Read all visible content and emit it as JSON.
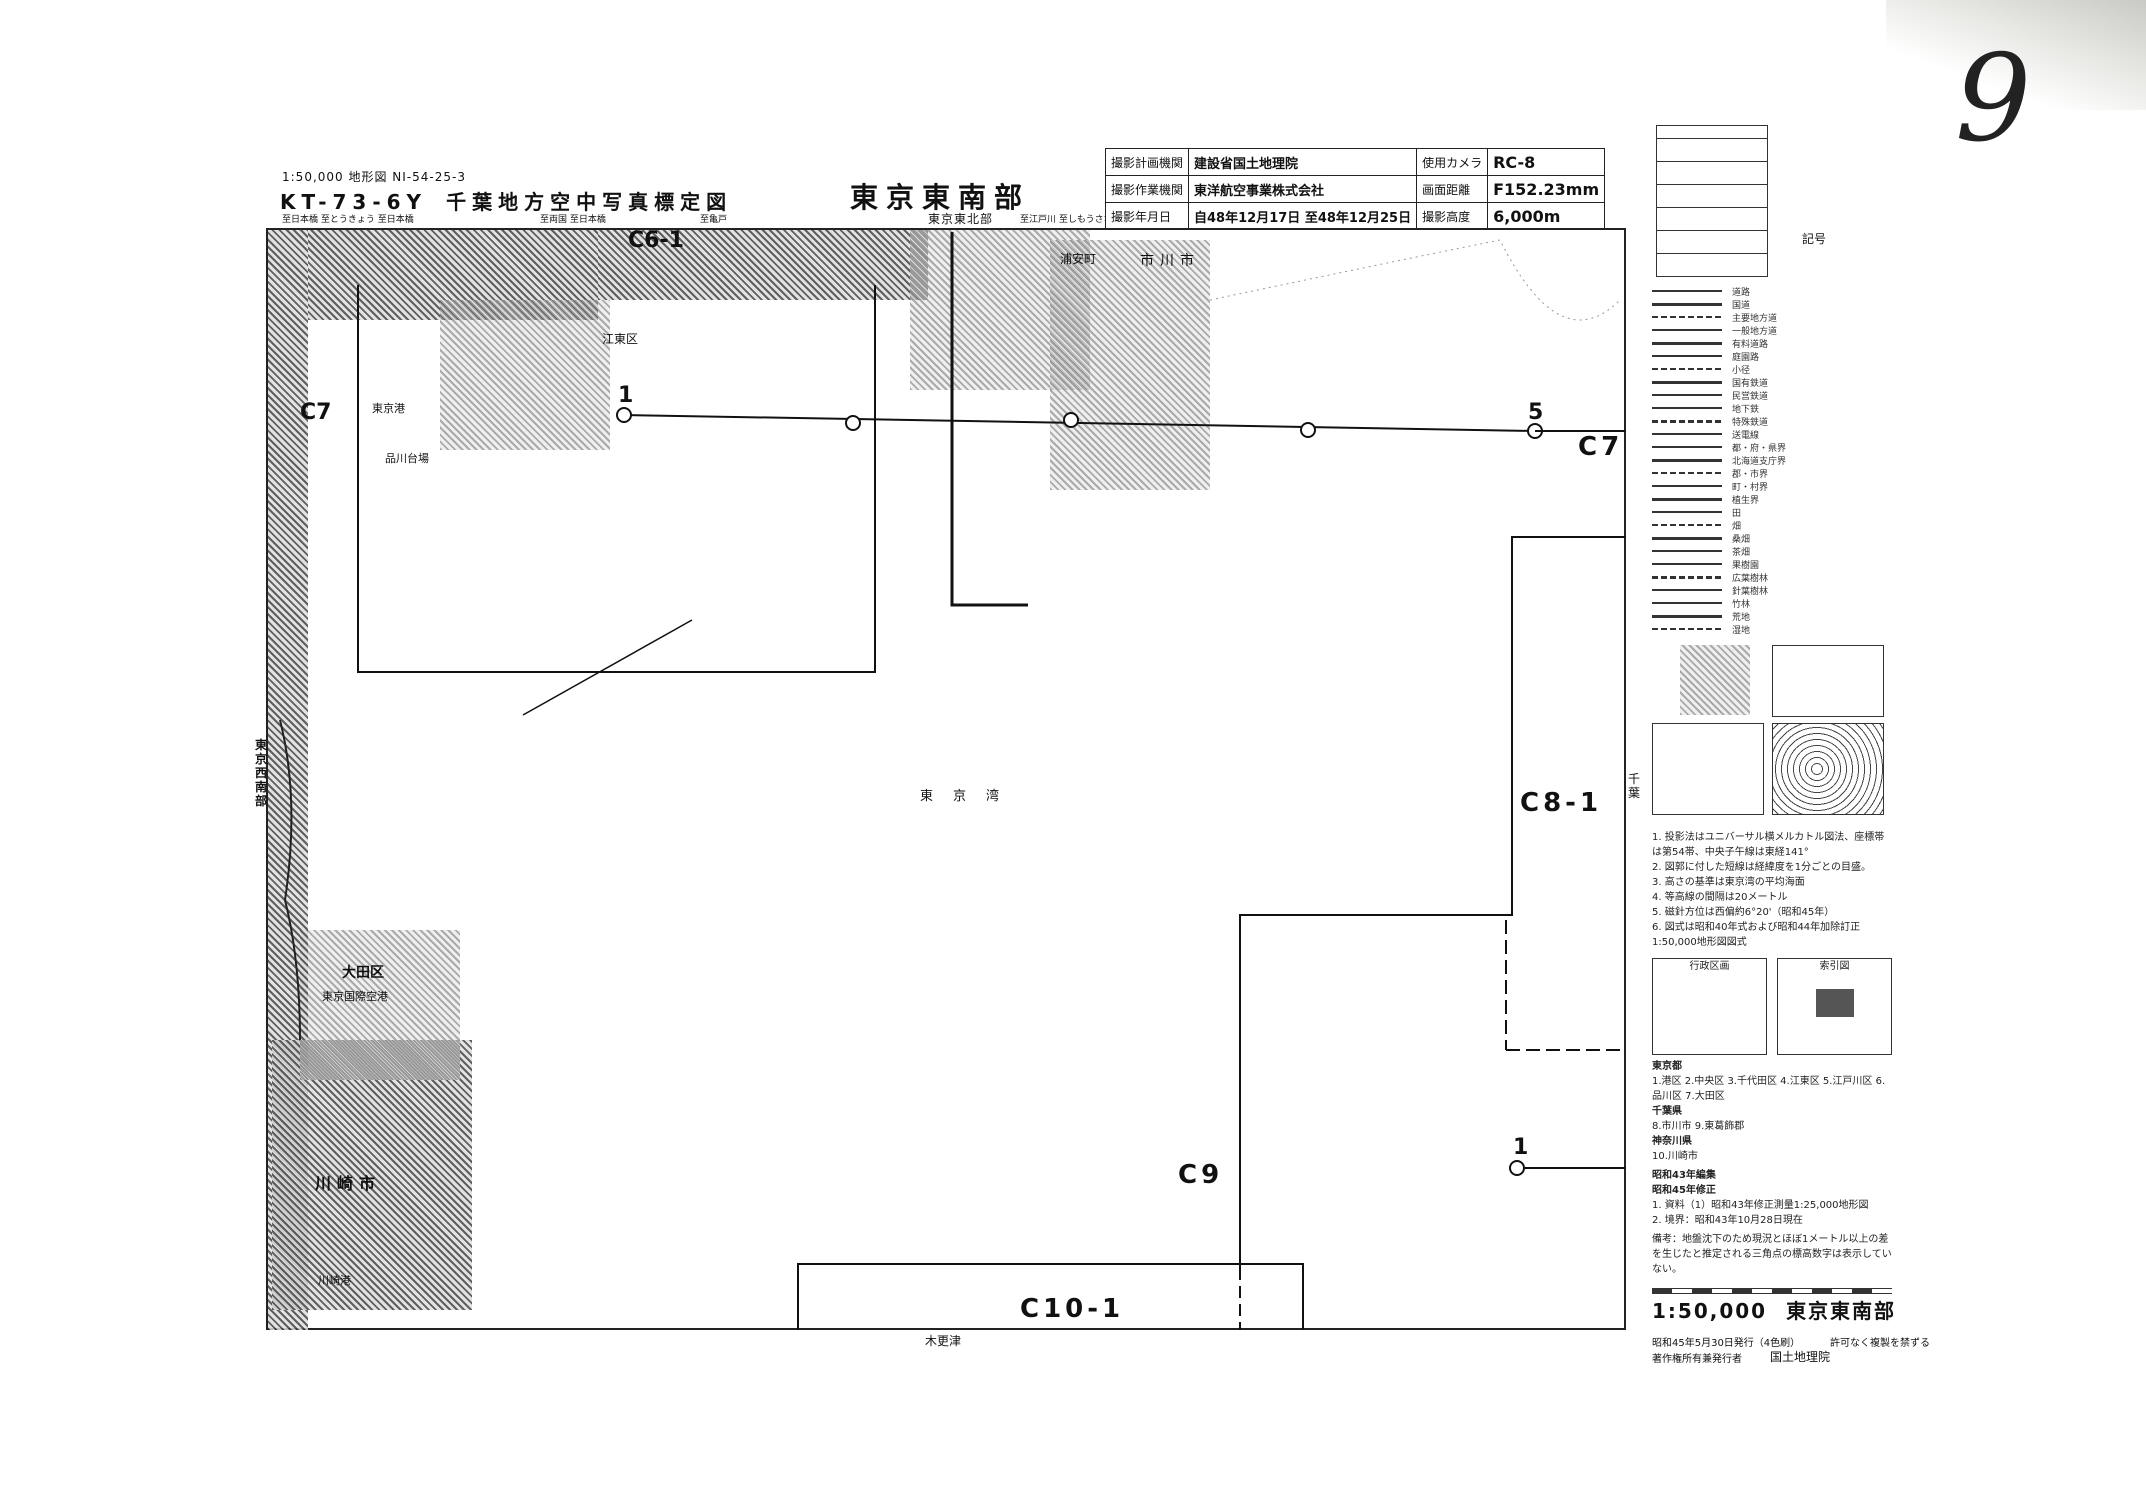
{
  "sheet": {
    "handwritten_number": "9",
    "series_line": "1:50,000 地形図   NI-54-25-3",
    "code": "KT-73-6Y",
    "title": "千葉地方空中写真標定図",
    "sheet_name": "東京東南部",
    "north_neighbor": "東京東北部",
    "south_neighbor": "木更津",
    "west_neighbor": "東京西南部",
    "east_neighbor": "千葉",
    "sub_header_left": "至日本橋  至とうきょう  至日本橋",
    "sub_header_mid": "至両国   至日本橋",
    "sub_header_right": "至亀戸",
    "sub_header_far": "至江戸川   至しもうさなかやま  至市川一小松川"
  },
  "info_box": {
    "rows": [
      {
        "label": "撮影計画機関",
        "value": "建設省国土地理院",
        "label2": "使用カメラ",
        "value2": "RC-8"
      },
      {
        "label": "撮影作業機関",
        "value": "東洋航空事業株式会社",
        "label2": "画面距離",
        "value2": "F152.23mm"
      },
      {
        "label": "撮影年月日",
        "value": "自48年12月17日 至48年12月25日",
        "label2": "撮影高度",
        "value2": "6,000m"
      }
    ]
  },
  "map": {
    "water_label": "東京湾",
    "place_labels": [
      "江東区",
      "東京港",
      "品川台場",
      "大田区",
      "東京国際空港",
      "川崎市",
      "川崎港",
      "浦安町",
      "市川市"
    ],
    "strips": [
      {
        "id": "C6-1",
        "label": "C6-1"
      },
      {
        "id": "C7",
        "label": "C7"
      },
      {
        "id": "C8-1",
        "label": "C8-1"
      },
      {
        "id": "C9",
        "label": "C9"
      },
      {
        "id": "C10-1",
        "label": "C10-1"
      }
    ],
    "photo_markers": {
      "start": "1",
      "end": "5",
      "c9_start": "1"
    }
  },
  "legend": {
    "heading": "記号",
    "items": [
      "道路",
      "国道",
      "主要地方道",
      "一般地方道",
      "有料道路",
      "庭園路",
      "小径",
      "国有鉄道",
      "民営鉄道",
      "地下鉄",
      "特殊鉄道",
      "送電線",
      "都・府・県界",
      "北海道支庁界",
      "郡・市界",
      "町・村界",
      "植生界",
      "田",
      "畑",
      "桑畑",
      "茶畑",
      "果樹園",
      "広葉樹林",
      "針葉樹林",
      "竹林",
      "荒地",
      "湿地"
    ],
    "panel_titles": [
      "行政区画",
      "索引図"
    ]
  },
  "notes": {
    "lines": [
      "1. 投影法はユニバーサル横メルカトル図法、座標帯は第54帯、中央子午線は東経141°",
      "2. 図郭に付した短線は経緯度を1分ごとの目盛。",
      "3. 高さの基準は東京湾の平均海面",
      "4. 等高線の間隔は20メートル",
      "5. 磁針方位は西偏約6°20'（昭和45年）",
      "6. 図式は昭和40年式および昭和44年加除訂正1:50,000地形図図式"
    ],
    "admin_heading": "東京都",
    "admin_tokyo": "1.港区  2.中央区  3.千代田区  4.江東区  5.江戸川区  6.品川区  7.大田区",
    "admin_chiba_heading": "千葉県",
    "admin_chiba": "8.市川市  9.東葛飾郡",
    "admin_kanagawa_heading": "神奈川県",
    "admin_kanagawa": "10.川崎市",
    "edition1": "昭和43年編集",
    "edition2": "昭和45年修正",
    "material": "1. 資料（1）昭和43年修正測量1:25,000地形図",
    "boundary": "2. 境界：昭和43年10月28日現在",
    "remark": "備考：地盤沈下のため現況とほぼ1メートル以上の差を生じたと推定される三角点の標高数字は表示していない。"
  },
  "footer": {
    "scale": "1:50,000",
    "name": "東京東南部",
    "issued": "昭和45年5月30日発行（4色刷）",
    "publisher_label": "著作権所有兼発行者",
    "publisher": "国土地理院",
    "copyright": "許可なく複製を禁ずる"
  }
}
